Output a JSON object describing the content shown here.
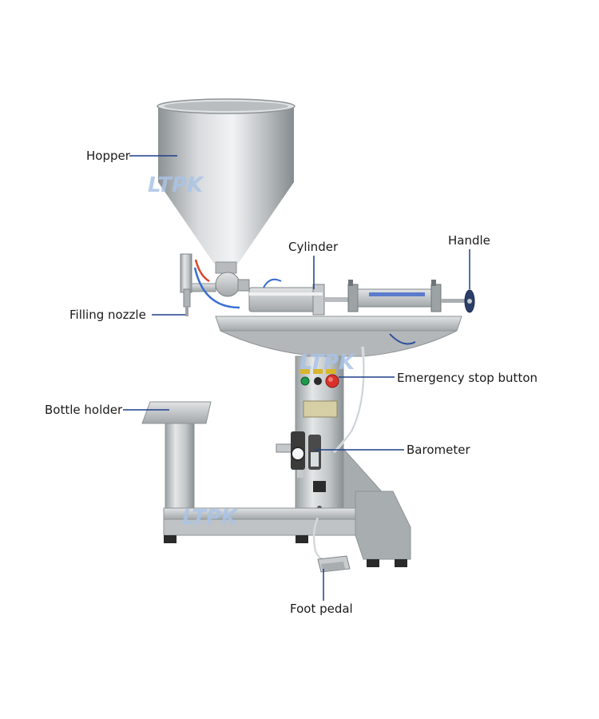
{
  "watermark": "LTPK",
  "colors": {
    "steel": "#c9ccce",
    "steel_dark": "#8e9396",
    "steel_light": "#e6e8e9",
    "leader_line": "#1f3f8a",
    "watermark": "#a9c3e6",
    "estop": "#d8322a",
    "green_button": "#1f9a4a"
  },
  "labels": {
    "hopper": "Hopper",
    "cylinder": "Cylinder",
    "handle": "Handle",
    "filling_nozzle": "Filling nozzle",
    "emergency_stop": "Emergency stop button",
    "bottle_holder": "Bottle holder",
    "barometer": "Barometer",
    "foot_pedal": "Foot pedal"
  }
}
